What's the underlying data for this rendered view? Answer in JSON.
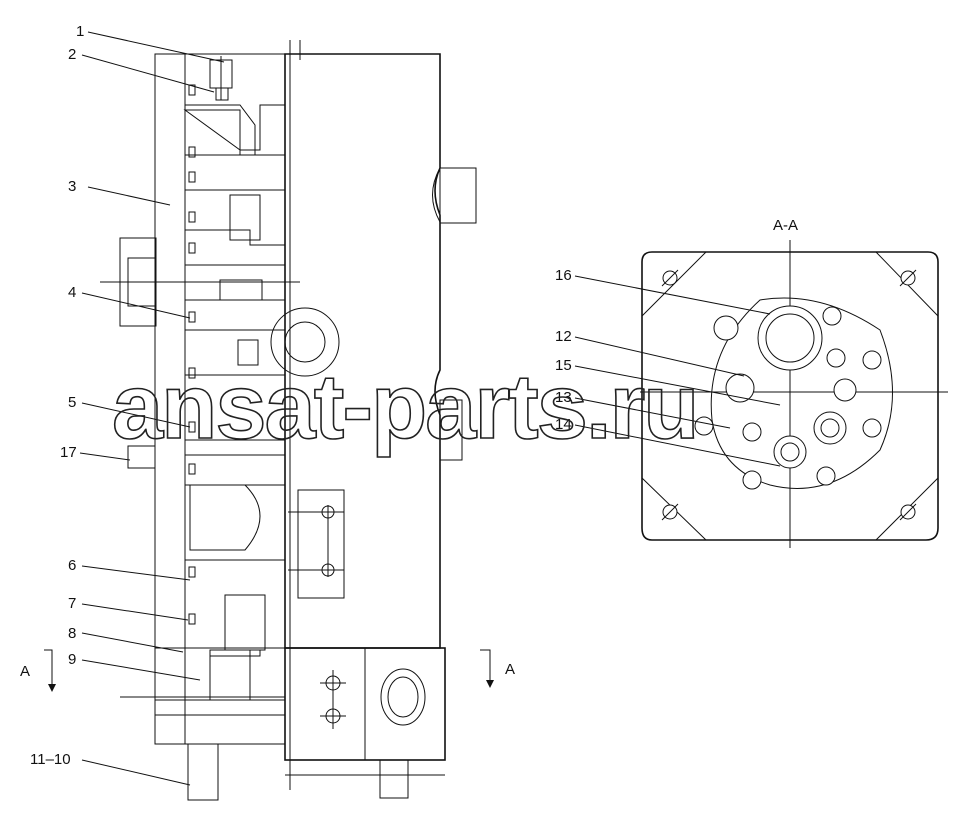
{
  "section": {
    "title": "A-A",
    "marker_left": "A",
    "marker_right": "A"
  },
  "callouts": {
    "c1": "1",
    "c2": "2",
    "c3": "3",
    "c4": "4",
    "c5": "5",
    "c6": "6",
    "c7": "7",
    "c8": "8",
    "c9": "9",
    "c17": "17",
    "c1110": "11–10",
    "c16": "16",
    "c12": "12",
    "c15": "15",
    "c13": "13",
    "c14": "14"
  },
  "watermark": "ansat-parts.ru"
}
